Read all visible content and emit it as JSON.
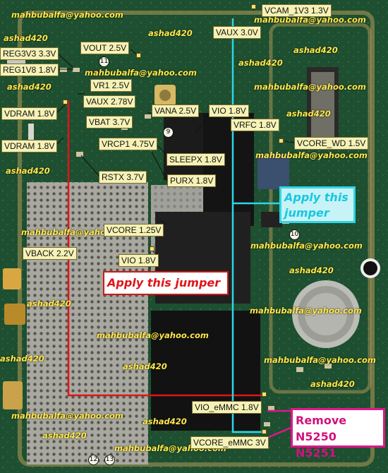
{
  "labels": {
    "vcam_1v3": "VCAM_1V3 1.3V",
    "vaux_3v0": "VAUX 3.0V",
    "vout": "VOUT 2.5V",
    "reg3v3": "REG3V3 3.3V",
    "reg1v8": "REG1V8 1.8V",
    "vr1": "VR1 2.5V",
    "vaux_278": "VAUX 2.78V",
    "vdram_1": "VDRAM 1.8V",
    "vbat": "VBAT 3.7V",
    "vana": "VANA 2.5V",
    "vio_top": "VIO 1.8V",
    "vrfc": "VRFC 1.8V",
    "vdram_2": "VDRAM 1.8V",
    "vrcp1": "VRCP1 4.75V",
    "sleepx": "SLEEPX 1.8V",
    "vcore_wd": "VCORE_WD 1.5V",
    "rstx": "RSTX 3.7V",
    "purx": "PURX 1.8V",
    "vcore": "VCORE 1.25V",
    "vback": "VBACK 2.2V",
    "vio_mid": "VIO 1.8V",
    "vio_emmc": "VIO_eMMC 1.8V",
    "vcore_emmc": "VCORE_eMMC 3V"
  },
  "callouts": {
    "apply_red": "Apply this jumper",
    "apply_cyan_1": "Apply this",
    "apply_cyan_2": "jumper",
    "remove_1": "Remove",
    "remove_2": "N5250 N5251"
  },
  "markers": [
    "9",
    "10",
    "11",
    "12",
    "13"
  ],
  "watermarks": {
    "email": "mahbubalfa@yahoo.com",
    "name": "ashad420"
  },
  "colors": {
    "board": "#1a4a2b",
    "label_bg": "#f6f2b6",
    "watermark": "#ffe84a",
    "jumper_red": "#e0141a",
    "jumper_cyan": "#2fd6e6",
    "remove_pink": "#e0168a"
  }
}
